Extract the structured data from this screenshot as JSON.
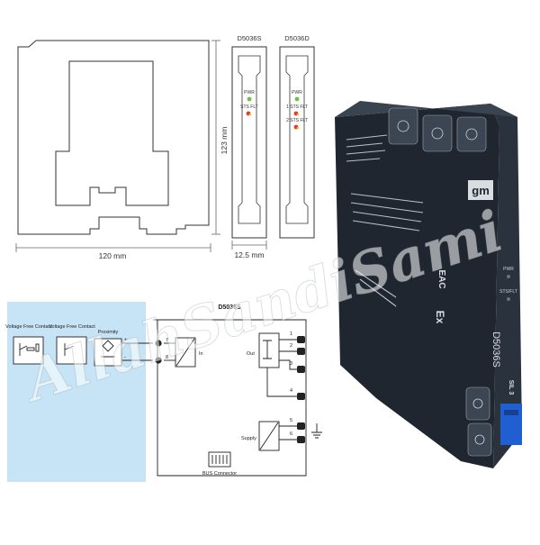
{
  "dimensions": {
    "width_label": "120 mm",
    "height_label": "123 mm",
    "depth_label": "12.5 mm"
  },
  "front_views": [
    {
      "model": "D5036S",
      "led_labels": [
        "PWR",
        "STS FLT"
      ]
    },
    {
      "model": "D5036D",
      "led_labels": [
        "PWR",
        "1 STS FLT",
        "2 STS FLT"
      ]
    }
  ],
  "wiring": {
    "title": "D5036S",
    "inputs": [
      "Voltage Free Contact",
      "Voltage Free Contact",
      "Proximity"
    ],
    "in_label": "In",
    "out_label": "Out",
    "supply_label": "Supply",
    "bus_label": "BUS Connector",
    "input_terminals": [
      "7",
      "8"
    ],
    "polarity": [
      "+",
      "-"
    ],
    "output_terminals": [
      "1",
      "2",
      "3",
      "4"
    ],
    "supply_terminals": [
      "5",
      "6"
    ]
  },
  "device": {
    "brand": "gm",
    "model_text": "D5036S",
    "marks": [
      "EAC",
      "Ex",
      "SIL 3"
    ],
    "led_labels": [
      "PWR",
      "STS/FLT"
    ]
  },
  "watermark": "AllahSandiSami",
  "colors": {
    "panel_bg": "#c6e4f6",
    "device_body": "#1f2630",
    "device_accent": "#1f5fd1",
    "led_green": "#6cc04a",
    "led_red": "#e03a2a",
    "led_yellow": "#f2c230"
  }
}
